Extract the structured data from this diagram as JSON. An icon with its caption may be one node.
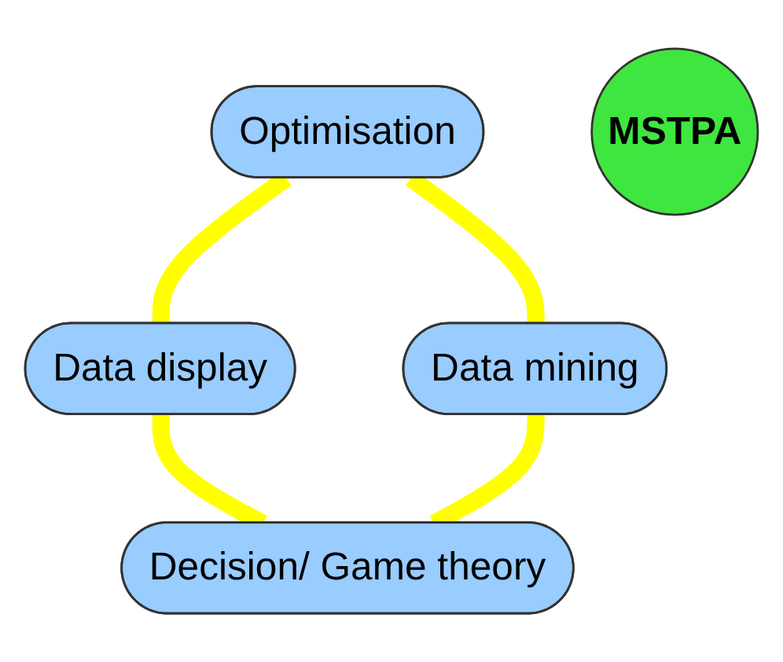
{
  "diagram": {
    "nodes": [
      {
        "text": [
          "Optimisation"
        ]
      },
      {
        "text": [
          "Data mining"
        ]
      },
      {
        "text": [
          "MSTPA"
        ]
      },
      {
        "text": [
          "Data display"
        ]
      },
      {
        "text": [
          "Decision/ Game theory"
        ]
      }
    ],
    "edges": [
      {
        "from": 0,
        "to": 3,
        "arrow": "none",
        "color": "#ffff00"
      },
      {
        "from": 3,
        "to": 4,
        "arrow": "none",
        "color": "#ffff00"
      },
      {
        "from": 4,
        "to": 1,
        "arrow": "none",
        "color": "#ffff00"
      },
      {
        "from": 1,
        "to": 0,
        "arrow": "none",
        "color": "#ffff00"
      }
    ]
  }
}
